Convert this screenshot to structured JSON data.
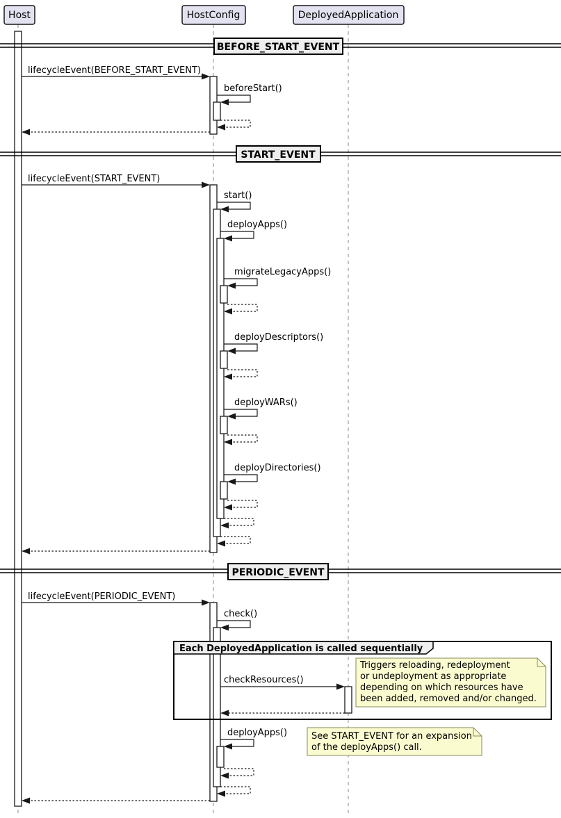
{
  "diagram": {
    "type": "uml-sequence-diagram",
    "participants": [
      {
        "name": "Host"
      },
      {
        "name": "HostConfig"
      },
      {
        "name": "DeployedApplication"
      }
    ],
    "dividers": [
      {
        "label": "BEFORE_START_EVENT"
      },
      {
        "label": "START_EVENT"
      },
      {
        "label": "PERIODIC_EVENT"
      }
    ],
    "messages": {
      "lifecycle_before_start": "lifecycleEvent(BEFORE_START_EVENT)",
      "before_start": "beforeStart()",
      "lifecycle_start": "lifecycleEvent(START_EVENT)",
      "start": "start()",
      "deploy_apps": "deployApps()",
      "migrate_legacy_apps": "migrateLegacyApps()",
      "deploy_descriptors": "deployDescriptors()",
      "deploy_wars": "deployWARs()",
      "deploy_directories": "deployDirectories()",
      "lifecycle_periodic": "lifecycleEvent(PERIODIC_EVENT)",
      "check": "check()",
      "check_resources": "checkResources()",
      "deploy_apps_periodic": "deployApps()"
    },
    "group": {
      "label": "Each DeployedApplication is called sequentially"
    },
    "notes": [
      {
        "lines": [
          "Triggers reloading, redeployment",
          "or undeployment as appropriate",
          "depending on which resources have",
          "been added, removed and/or changed."
        ]
      },
      {
        "lines": [
          "See START_EVENT for an expansion",
          "of the deployApps() call."
        ]
      }
    ],
    "colors": {
      "participant_fill": "#E2E2F0",
      "participant_border": "#181818",
      "divider_fill": "#EEEEEE",
      "group_header_fill": "#EEEEEE",
      "note_fill": "#FBFBD0",
      "note_border": "#8A8A5C",
      "activation_fill": "#FFFFFF"
    }
  }
}
